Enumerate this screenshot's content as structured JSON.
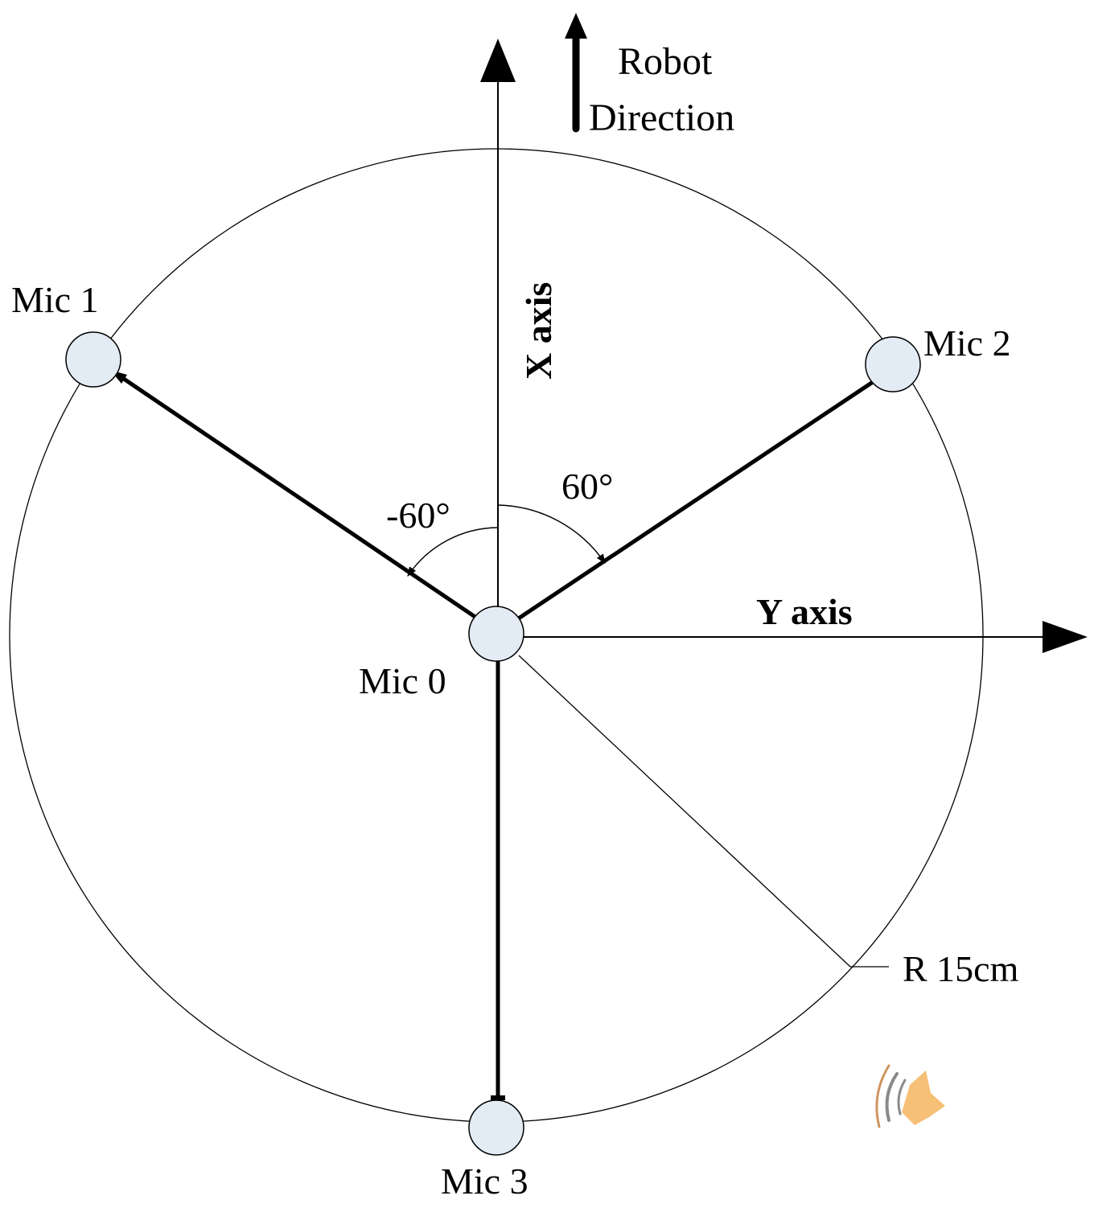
{
  "labels": {
    "robot_direction_line1": "Robot",
    "robot_direction_line2": "Direction",
    "x_axis": "X axis",
    "y_axis": "Y axis",
    "radius": "R 15cm",
    "angle_positive": "60°",
    "angle_negative": "-60°"
  },
  "microphones": [
    {
      "id": "mic0",
      "label": "Mic 0"
    },
    {
      "id": "mic1",
      "label": "Mic 1"
    },
    {
      "id": "mic2",
      "label": "Mic 2"
    },
    {
      "id": "mic3",
      "label": "Mic 3"
    }
  ],
  "colors": {
    "mic_fill": "#e3ebf5",
    "line": "#000000",
    "speaker_fill": "#f5b968",
    "speaker_waves": "#8a8a8a"
  },
  "icons": {
    "speaker": "speaker-icon"
  }
}
